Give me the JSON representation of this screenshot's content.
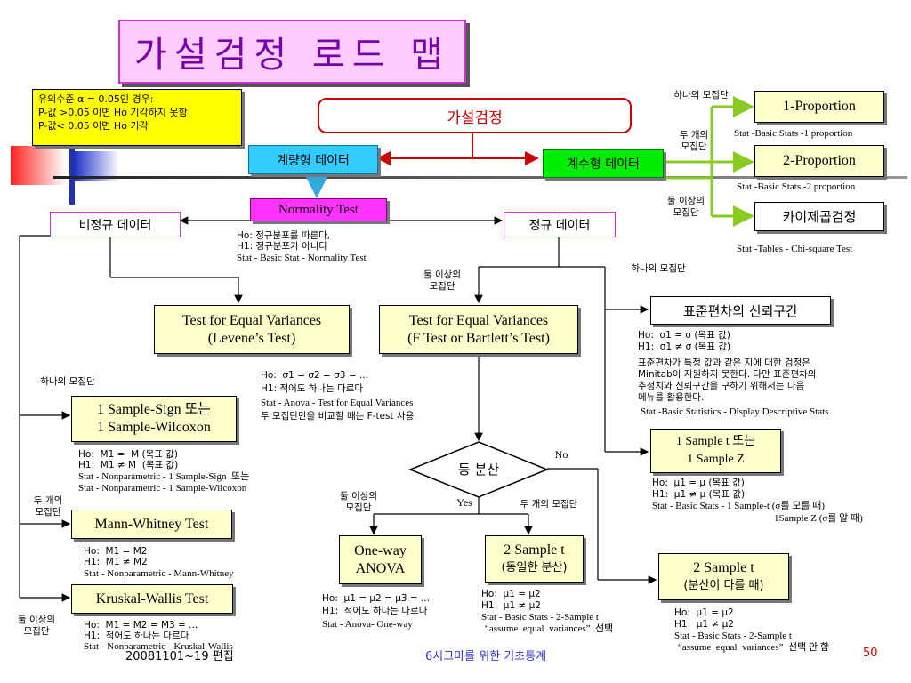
{
  "title": "가설검정 로드 맵",
  "alpha_note": {
    "line1": "유의수준 α = 0.05인 경우:",
    "line2": "P-값 >0.05 이면 Ho 기각하지 못함",
    "line3": "P-값< 0.05 이면 Ho 기각"
  },
  "hypothesis_test": "가설검정",
  "continuous_data": "계량형 데이터",
  "discrete_data": "계수형 데이터",
  "normality_test": {
    "label": "Normality Test",
    "h0": "Ho: 정규분포를 따른다,",
    "h1": "H1: 정규분포가 아니다",
    "menu": "Stat - Basic Stat - Normality Test"
  },
  "non_normal": "비정규 데이터",
  "normal": "정규 데이터",
  "proportion": {
    "one_pop": "하나의 모집단",
    "two_pop": "두 개의\n모집단",
    "multi_pop": "둘 이상의\n모집단",
    "p1": "1-Proportion",
    "p1_menu": "Stat -Basic Stats -1 proportion",
    "p2": "2-Proportion",
    "p2_menu": "Stat -Basic Stats -2 proportion",
    "chi": "카이제곱검정",
    "chi_menu": "Stat -Tables - Chi-square Test"
  },
  "levene": {
    "line1": "Test for Equal Variances",
    "line2": "(Levene’s Test)"
  },
  "ftest": {
    "line1": "Test for Equal Variances",
    "line2": "(F Test or Bartlett’s Test)",
    "h0": "Ho:  σ1 = σ2 = σ3 = ...",
    "h1": "H1: 적어도 하나는 다르다",
    "menu": "Stat - Anova - Test for Equal Variances",
    "note": "두 모집단만을 비교할 때는 F-test 사용"
  },
  "labels": {
    "multi_pop_center": "둘 이상의\n모집단",
    "one_pop_right": "하나의 모집단",
    "one_pop_left": "하나의 모집단",
    "two_pop_left": "두 개의\n모집단",
    "multi_pop_left": "둘 이상의\n모집단",
    "multi_pop_anova": "둘 이상의\n모집단",
    "two_pop_2t": "두 개의 모집단",
    "yes": "Yes",
    "no": "No"
  },
  "std_ci": {
    "label": "표준편차의 신뢰구간",
    "h0": "Ho:  σ1 = σ (목표 값)",
    "h1": "H1:  σ1 ≠ σ (목표 값)",
    "desc1": "표준편차가 특정 값과 같은 지에 대한 검정은",
    "desc2": "Minitab이 지원하지 못한다. 다만 표준편차의",
    "desc3": "추정치와 신뢰구간을 구하기 위해서는 다음",
    "desc4": "메뉴를 활용한다.",
    "menu": "Stat -Basic Statistics - Display Descriptive Stats"
  },
  "sign": {
    "line1": "1 Sample-Sign 또는",
    "line2": "1 Sample-Wilcoxon",
    "h0": "Ho:  M1 =  M (목표 값)",
    "h1": "H1:  M1 ≠ M  (목표 값)",
    "menu1": "Stat - Nonparametric - 1 Sample-Sign  또는",
    "menu2": "Stat - Nonparametric - 1 Sample-Wilcoxon"
  },
  "mann": {
    "label": "Mann-Whitney Test",
    "h0": "Ho:  M1 = M2",
    "h1": "H1:  M1 ≠ M2",
    "menu": "Stat - Nonparametric - Mann-Whitney"
  },
  "kruskal": {
    "label": "Kruskal-Wallis Test",
    "h0": "Ho:  M1 = M2 = M3 = ...",
    "h1": "H1:  적어도 하나는 다르다",
    "menu": "Stat - Nonparametric - Kruskal-Wallis"
  },
  "equal_var": "등 분산",
  "anova": {
    "line1": "One-way",
    "line2": "ANOVA",
    "h0": "Ho:  μ1 = μ2 = μ3 = ...",
    "h1": "H1:  적어도 하나는 다르다",
    "menu": "Stat - Anova- One-way"
  },
  "t2_eq": {
    "line1": "2 Sample t",
    "line2": "(동일한 분산)",
    "h0": "Ho:  μ1 = μ2",
    "h1": "H1:  μ1 ≠ μ2",
    "menu1": "Stat - Basic Stats - 2-Sample t",
    "menu2": "“assume  equal  variances”  선택"
  },
  "t1": {
    "line1": "1 Sample t  또는",
    "line2": "1 Sample Z",
    "h0": "Ho:  μ1 = μ (목표 값)",
    "h1": "H1:  μ1 ≠ μ (목표 값)",
    "menu1": "Stat - Basic Stats - 1 Sample-t (σ를 모를 때)",
    "menu2": "1Sample Z (σ를 알 때)"
  },
  "t2_neq": {
    "line1": "2 Sample t",
    "line2": "(분산이 다를 때)",
    "h0": "Ho:  μ1 = μ2",
    "h1": "H1:  μ1 ≠ μ2",
    "menu1": "Stat - Basic Stats - 2-Sample t",
    "menu2": "“assume  equal  variances”  선택 안 함"
  },
  "footer": {
    "date": "20081101~19 편집",
    "course": "6시그마를 위한 기초통계",
    "page": "50"
  }
}
